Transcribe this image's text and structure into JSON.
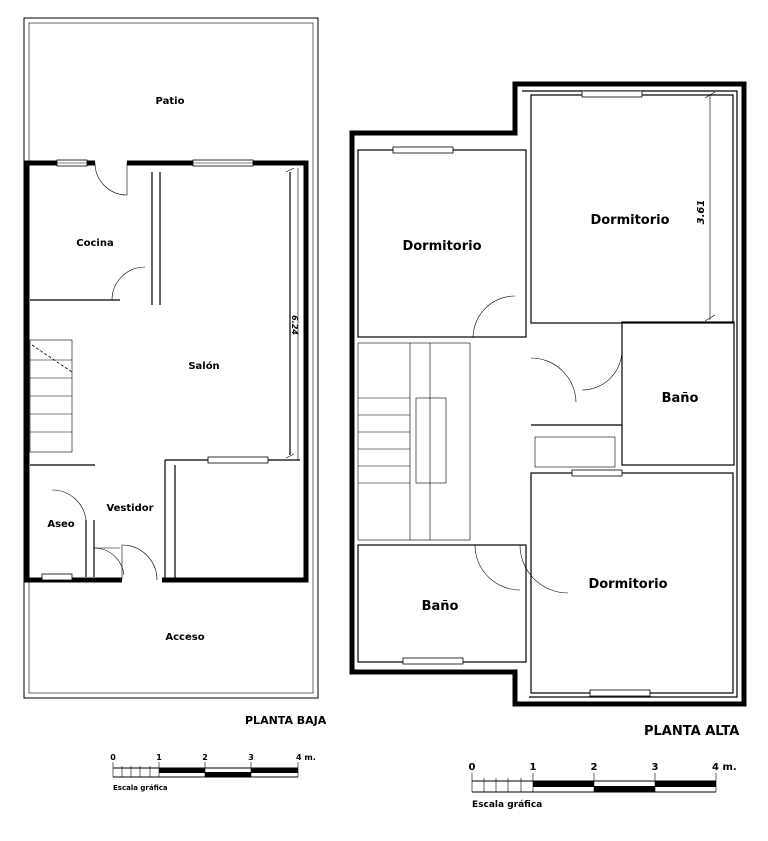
{
  "ground_floor": {
    "title": "PLANTA BAJA",
    "rooms": {
      "patio": "Patio",
      "cocina": "Cocina",
      "salon": "Salón",
      "vestidor": "Vestidor",
      "aseo": "Aseo",
      "acceso": "Acceso"
    },
    "dimension": "6.24",
    "scale": {
      "ticks": [
        "0",
        "1",
        "2",
        "3",
        "4 m."
      ],
      "caption": "Escala gráfica"
    }
  },
  "upper_floor": {
    "title": "PLANTA ALTA",
    "rooms": {
      "dormitorio_left": "Dormitorio",
      "dormitorio_top_right": "Dormitorio",
      "bano_right": "Baño",
      "bano_left": "Baño",
      "dormitorio_bottom_right": "Dormitorio"
    },
    "dimension": "3.61",
    "scale": {
      "ticks": [
        "0",
        "1",
        "2",
        "3",
        "4 m."
      ],
      "caption": "Escala gráfica"
    }
  }
}
